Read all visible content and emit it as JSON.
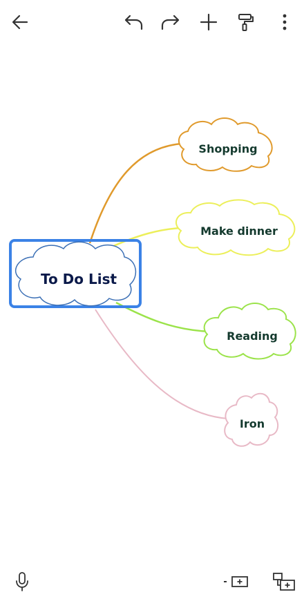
{
  "toolbar": {
    "back_icon": "arrow-left-icon",
    "undo_icon": "undo-icon",
    "redo_icon": "redo-icon",
    "add_icon": "plus-icon",
    "format_icon": "paint-roller-icon",
    "more_icon": "more-vertical-icon"
  },
  "mindmap": {
    "central": {
      "label": "To Do List",
      "color": "#2f7bd8"
    },
    "topics": [
      {
        "label": "Shopping",
        "color": "#e09a2c"
      },
      {
        "label": "Make dinner",
        "color": "#ecef5a"
      },
      {
        "label": "Reading",
        "color": "#9be34a"
      },
      {
        "label": "Iron",
        "color": "#e8b9c6"
      }
    ]
  },
  "bottombar": {
    "mic_icon": "microphone-icon",
    "add_sibling_icon": "add-sibling-topic-icon",
    "add_subtopic_icon": "add-subtopic-icon"
  }
}
